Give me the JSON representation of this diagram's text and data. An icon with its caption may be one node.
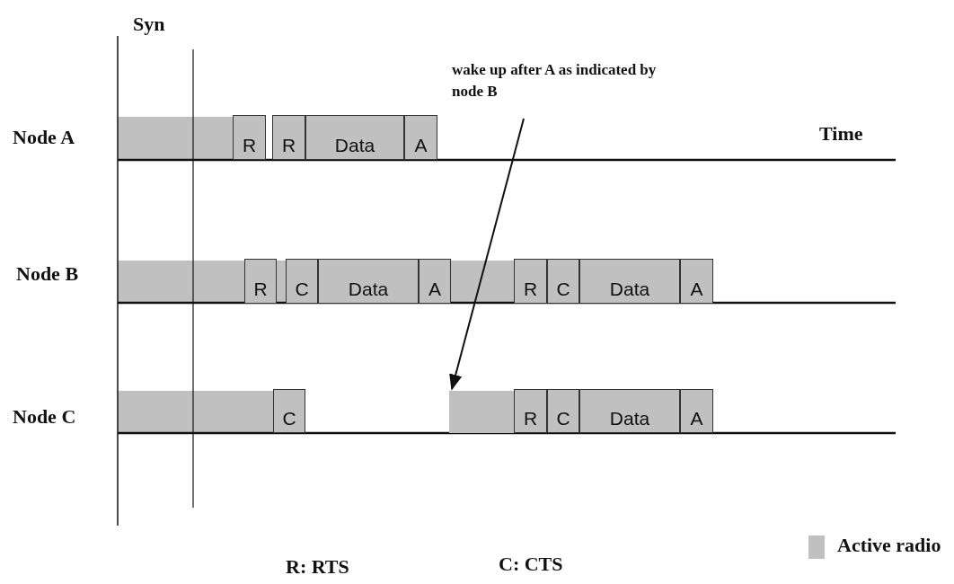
{
  "diagram": {
    "nodes": [
      {
        "text": [
          "wake up after A as indicated by node B"
        ]
      },
      {
        "text": [],
        "shape": "bar"
      },
      {
        "text": [
          "R"
        ]
      },
      {
        "text": [
          "R"
        ]
      },
      {
        "text": [
          "Data"
        ]
      },
      {
        "text": [
          "A"
        ]
      },
      {
        "text": [
          "R"
        ]
      },
      {
        "text": [
          "C"
        ]
      },
      {
        "text": [
          "Data"
        ]
      },
      {
        "text": [
          "A"
        ]
      },
      {
        "text": [
          "R"
        ]
      },
      {
        "text": [
          "C"
        ]
      },
      {
        "text": [
          "Data"
        ]
      },
      {
        "text": [
          "A"
        ]
      },
      {
        "text": [
          "C"
        ]
      },
      {
        "text": [
          "R"
        ]
      },
      {
        "text": [
          "C"
        ]
      },
      {
        "text": [
          "Data"
        ]
      },
      {
        "text": [
          "A"
        ]
      }
    ],
    "edges": [
      {
        "from": 0,
        "to": 1,
        "arrow": "to"
      }
    ],
    "labels": [
      "Syn",
      "Node A",
      "Time",
      "Node B",
      "Node C",
      "R: RTS",
      "C: CTS"
    ],
    "legend": [
      {
        "text": "Active radio",
        "color": "#c0c0c0"
      }
    ]
  }
}
